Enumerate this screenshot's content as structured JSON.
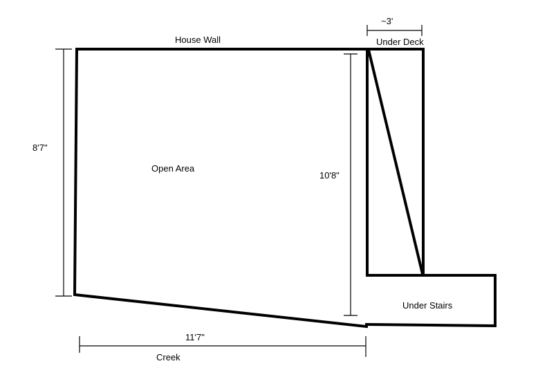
{
  "labels": {
    "house_wall": "House Wall",
    "under_deck": "Under Deck",
    "deck_width": "~3'",
    "left_height": "8'7\"",
    "open_area": "Open Area",
    "inner_height": "10'8\"",
    "under_stairs": "Under Stairs",
    "bottom_width": "11'7\"",
    "creek": "Creek"
  },
  "colors": {
    "line": "#000000",
    "background": "#ffffff"
  }
}
